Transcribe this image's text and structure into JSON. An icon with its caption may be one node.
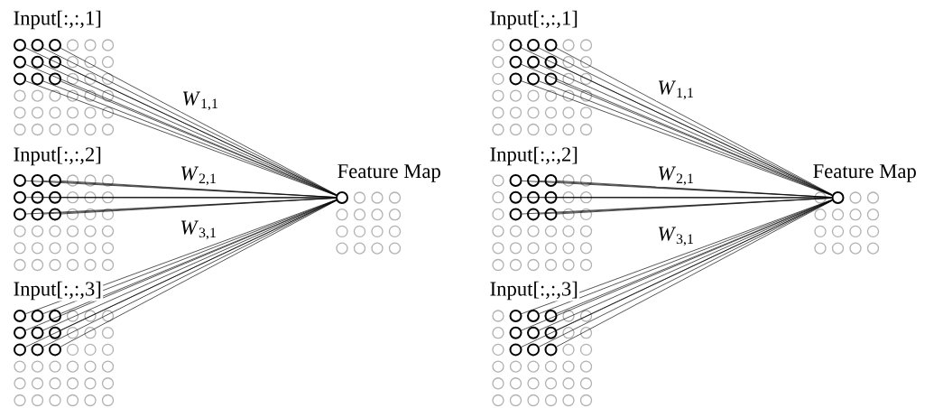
{
  "diagram": {
    "nodes": [
      {
        "text": [],
        "shape": "circle"
      },
      {
        "text": [],
        "shape": "circle"
      },
      {
        "text": [],
        "shape": "circle"
      },
      {
        "text": [],
        "shape": "circle"
      },
      {
        "text": [],
        "shape": "circle"
      },
      {
        "text": [],
        "shape": "circle"
      },
      {
        "text": [],
        "shape": "circle"
      },
      {
        "text": [],
        "shape": "circle"
      },
      {
        "text": [],
        "shape": "circle"
      },
      {
        "text": [],
        "shape": "circle"
      },
      {
        "text": [],
        "shape": "circle"
      },
      {
        "text": [],
        "shape": "circle"
      },
      {
        "text": [],
        "shape": "circle"
      },
      {
        "text": [],
        "shape": "circle"
      },
      {
        "text": [],
        "shape": "circle"
      },
      {
        "text": [],
        "shape": "circle"
      },
      {
        "text": [],
        "shape": "circle"
      },
      {
        "text": [],
        "shape": "circle"
      },
      {
        "text": [],
        "shape": "circle"
      },
      {
        "text": [],
        "shape": "circle"
      },
      {
        "text": [],
        "shape": "circle"
      },
      {
        "text": [],
        "shape": "circle"
      },
      {
        "text": [],
        "shape": "circle"
      },
      {
        "text": [],
        "shape": "circle"
      },
      {
        "text": [],
        "shape": "circle"
      },
      {
        "text": [],
        "shape": "circle"
      },
      {
        "text": [],
        "shape": "circle"
      },
      {
        "text": [],
        "shape": "circle"
      },
      {
        "text": [],
        "shape": "circle"
      },
      {
        "text": [],
        "shape": "circle"
      },
      {
        "text": [],
        "shape": "circle"
      },
      {
        "text": [],
        "shape": "circle"
      },
      {
        "text": [],
        "shape": "circle"
      },
      {
        "text": [],
        "shape": "circle"
      },
      {
        "text": [],
        "shape": "circle"
      },
      {
        "text": [],
        "shape": "circle"
      },
      {
        "text": [],
        "shape": "circle"
      },
      {
        "text": [],
        "shape": "circle"
      },
      {
        "text": [],
        "shape": "circle"
      },
      {
        "text": [],
        "shape": "circle"
      },
      {
        "text": [],
        "shape": "circle"
      },
      {
        "text": [],
        "shape": "circle"
      },
      {
        "text": [],
        "shape": "circle"
      },
      {
        "text": [],
        "shape": "circle"
      },
      {
        "text": [],
        "shape": "circle"
      },
      {
        "text": [],
        "shape": "circle"
      },
      {
        "text": [],
        "shape": "circle"
      },
      {
        "text": [],
        "shape": "circle"
      },
      {
        "text": [],
        "shape": "circle"
      },
      {
        "text": [],
        "shape": "circle"
      },
      {
        "text": [],
        "shape": "circle"
      },
      {
        "text": [],
        "shape": "circle"
      },
      {
        "text": [],
        "shape": "circle"
      },
      {
        "text": [],
        "shape": "circle"
      },
      {
        "text": [],
        "shape": "circle"
      },
      {
        "text": [],
        "shape": "circle"
      }
    ],
    "edges": [
      {
        "from": 0,
        "to": 27,
        "arrow": "none"
      },
      {
        "from": 1,
        "to": 27,
        "arrow": "none"
      },
      {
        "from": 2,
        "to": 27,
        "arrow": "none"
      },
      {
        "from": 3,
        "to": 27,
        "arrow": "none"
      },
      {
        "from": 4,
        "to": 27,
        "arrow": "none"
      },
      {
        "from": 5,
        "to": 27,
        "arrow": "none"
      },
      {
        "from": 6,
        "to": 27,
        "arrow": "none"
      },
      {
        "from": 7,
        "to": 27,
        "arrow": "none"
      },
      {
        "from": 8,
        "to": 27,
        "arrow": "none"
      },
      {
        "from": 9,
        "to": 27,
        "arrow": "none"
      },
      {
        "from": 10,
        "to": 27,
        "arrow": "none"
      },
      {
        "from": 11,
        "to": 27,
        "arrow": "none"
      },
      {
        "from": 12,
        "to": 27,
        "arrow": "none"
      },
      {
        "from": 13,
        "to": 27,
        "arrow": "none"
      },
      {
        "from": 14,
        "to": 27,
        "arrow": "none"
      },
      {
        "from": 15,
        "to": 27,
        "arrow": "none"
      },
      {
        "from": 16,
        "to": 27,
        "arrow": "none"
      },
      {
        "from": 17,
        "to": 27,
        "arrow": "none"
      },
      {
        "from": 18,
        "to": 27,
        "arrow": "none"
      },
      {
        "from": 19,
        "to": 27,
        "arrow": "none"
      },
      {
        "from": 20,
        "to": 27,
        "arrow": "none"
      },
      {
        "from": 21,
        "to": 27,
        "arrow": "none"
      },
      {
        "from": 22,
        "to": 27,
        "arrow": "none"
      },
      {
        "from": 23,
        "to": 27,
        "arrow": "none"
      },
      {
        "from": 24,
        "to": 27,
        "arrow": "none"
      },
      {
        "from": 25,
        "to": 27,
        "arrow": "none"
      },
      {
        "from": 26,
        "to": 27,
        "arrow": "none"
      },
      {
        "from": 28,
        "to": 55,
        "arrow": "none"
      },
      {
        "from": 29,
        "to": 55,
        "arrow": "none"
      },
      {
        "from": 30,
        "to": 55,
        "arrow": "none"
      },
      {
        "from": 31,
        "to": 55,
        "arrow": "none"
      },
      {
        "from": 32,
        "to": 55,
        "arrow": "none"
      },
      {
        "from": 33,
        "to": 55,
        "arrow": "none"
      },
      {
        "from": 34,
        "to": 55,
        "arrow": "none"
      },
      {
        "from": 35,
        "to": 55,
        "arrow": "none"
      },
      {
        "from": 36,
        "to": 55,
        "arrow": "none"
      },
      {
        "from": 37,
        "to": 55,
        "arrow": "none"
      },
      {
        "from": 38,
        "to": 55,
        "arrow": "none"
      },
      {
        "from": 39,
        "to": 55,
        "arrow": "none"
      },
      {
        "from": 40,
        "to": 55,
        "arrow": "none"
      },
      {
        "from": 41,
        "to": 55,
        "arrow": "none"
      },
      {
        "from": 42,
        "to": 55,
        "arrow": "none"
      },
      {
        "from": 43,
        "to": 55,
        "arrow": "none"
      },
      {
        "from": 44,
        "to": 55,
        "arrow": "none"
      },
      {
        "from": 45,
        "to": 55,
        "arrow": "none"
      },
      {
        "from": 46,
        "to": 55,
        "arrow": "none"
      },
      {
        "from": 47,
        "to": 55,
        "arrow": "none"
      },
      {
        "from": 48,
        "to": 55,
        "arrow": "none"
      },
      {
        "from": 49,
        "to": 55,
        "arrow": "none"
      },
      {
        "from": 50,
        "to": 55,
        "arrow": "none"
      },
      {
        "from": 51,
        "to": 55,
        "arrow": "none"
      },
      {
        "from": 52,
        "to": 55,
        "arrow": "none"
      },
      {
        "from": 53,
        "to": 55,
        "arrow": "none"
      },
      {
        "from": 54,
        "to": 55,
        "arrow": "none"
      }
    ],
    "labels": [
      "Input[:,:,1]",
      "*W*$_{1,1}$",
      "Input[:,:,2]",
      "*W*$_{2,1}$",
      "Feature Map",
      "*W*$_{3,1}$",
      "Input[:,:,3]",
      "Input[:,:,1]",
      "*W*$_{1,1}$",
      "Input[:,:,2]",
      "*W*$_{2,1}$",
      "Feature Map",
      "*W*$_{3,1}$",
      "Input[:,:,3]"
    ]
  }
}
